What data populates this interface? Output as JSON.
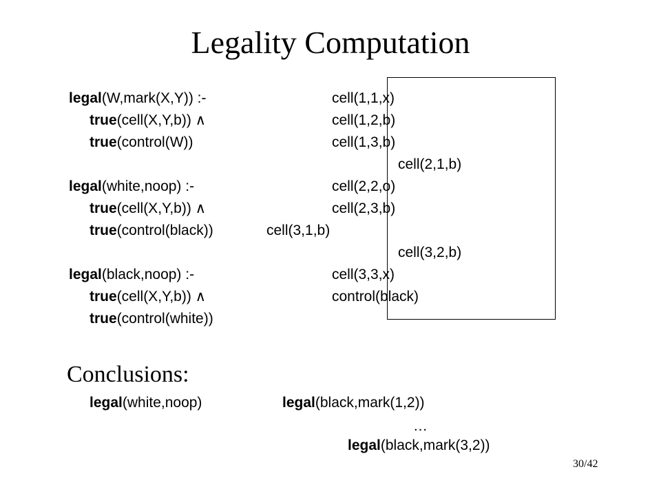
{
  "title": "Legality Computation",
  "rules": [
    [
      {
        "b": "legal",
        "t": "(W,mark(X,Y)) :-"
      }
    ],
    [
      {
        "b": "true",
        "t": "(cell(X,Y,b)) ∧"
      }
    ],
    [
      {
        "b": "true",
        "t": "(control(W))"
      }
    ],
    [
      {
        "b": "legal",
        "t": "(white,noop) :-"
      }
    ],
    [
      {
        "b": "true",
        "t": "(cell(X,Y,b)) ∧"
      }
    ],
    [
      {
        "b": "true",
        "t": "(control(black))"
      }
    ],
    [
      {
        "b": "legal",
        "t": "(black,noop) :-"
      }
    ],
    [
      {
        "b": "true",
        "t": "(cell(X,Y,b)) ∧"
      }
    ],
    [
      {
        "b": "true",
        "t": "(control(white))"
      }
    ]
  ],
  "state": [
    "cell(1,1,x)",
    "cell(1,2,b)",
    "cell(1,3,b)",
    "cell(2,1,b)",
    "cell(2,2,o)",
    "cell(2,3,b)",
    "cell(3,1,b)",
    "cell(3,2,b)",
    "cell(3,3,x)",
    "control(black)"
  ],
  "conclusions_heading": "Conclusions:",
  "conclusions": [
    [
      {
        "b": "legal",
        "t": "(white,noop)"
      }
    ],
    [
      {
        "b": "legal",
        "t": "(black,mark(1,2))"
      }
    ],
    [
      {
        "b": "",
        "t": "…"
      }
    ],
    [
      {
        "b": "legal",
        "t": "(black,mark(3,2))"
      }
    ]
  ],
  "page_number": "30/42"
}
